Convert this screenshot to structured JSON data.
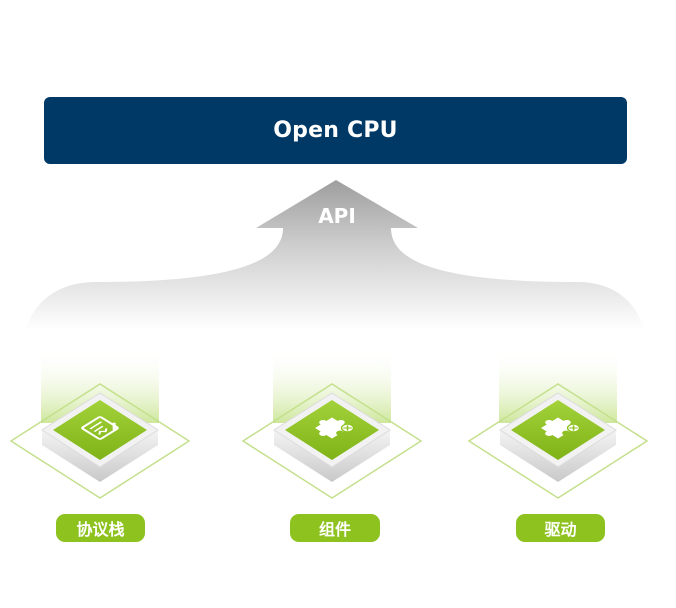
{
  "top_box": {
    "label": "Open CPU",
    "color": "#003866"
  },
  "arrow": {
    "label": "API",
    "color": "#a6a6a6"
  },
  "modules": [
    {
      "label": "协议栈",
      "icon": "document-pen-icon"
    },
    {
      "label": "组件",
      "icon": "puzzle-piece-icon"
    },
    {
      "label": "驱动",
      "icon": "puzzle-piece-icon"
    }
  ],
  "accent_color": "#8dc21f"
}
